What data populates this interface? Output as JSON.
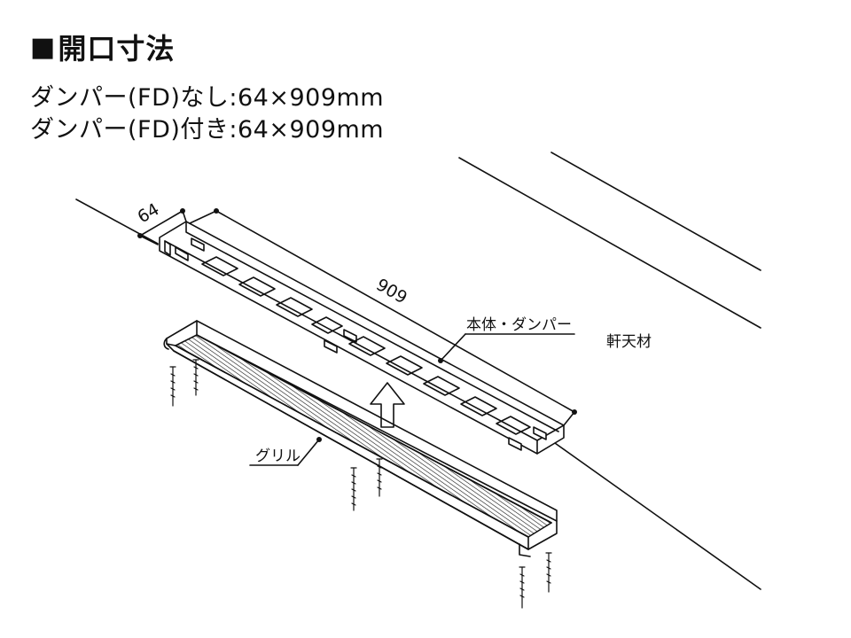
{
  "heading": {
    "square": "■",
    "title": "開口寸法"
  },
  "specs": [
    "ダンパー(FD)なし:64×909mm",
    "ダンパー(FD)付き:64×909mm"
  ],
  "labels": {
    "width_dim": "64",
    "length_dim": "909",
    "body_damper": "本体・ダンパー",
    "eave_ceiling": "軒天材",
    "grille": "グリル"
  },
  "colors": {
    "line": "#111111",
    "background": "#ffffff"
  }
}
